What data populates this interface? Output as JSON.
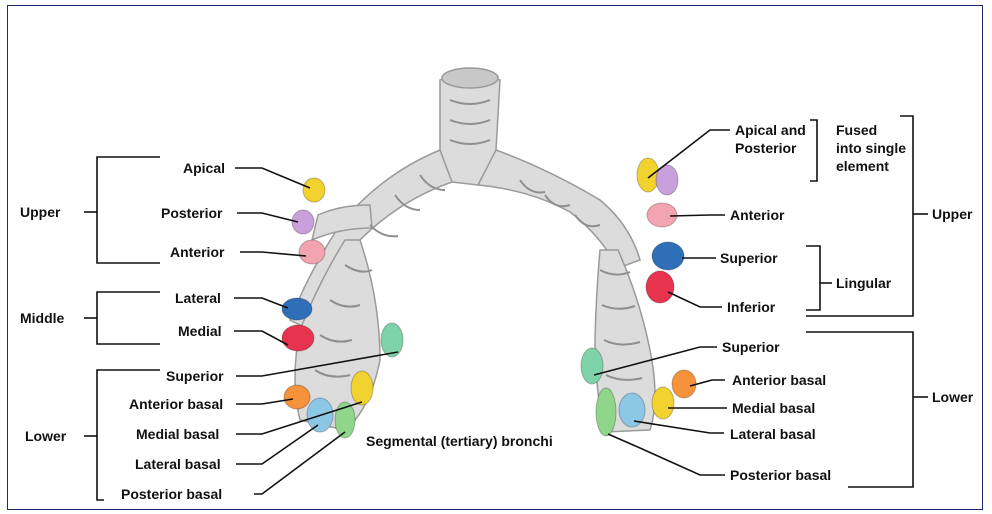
{
  "labels": {
    "right_lung": {
      "upper": {
        "group": "Upper",
        "apical": "Apical",
        "posterior": "Posterior",
        "anterior": "Anterior"
      },
      "middle": {
        "group": "Middle",
        "lateral": "Lateral",
        "medial": "Medial"
      },
      "lower": {
        "group": "Lower",
        "superior": "Superior",
        "anterior_basal": "Anterior basal",
        "medial_basal": "Medial basal",
        "lateral_basal": "Lateral basal",
        "posterior_basal": "Posterior basal"
      }
    },
    "center": "Segmental (tertiary) bronchi",
    "left_lung": {
      "upper": {
        "group": "Upper",
        "apical_posterior": "Apical and Posterior",
        "fused_note": "Fused into single element",
        "anterior": "Anterior",
        "lingular": {
          "group": "Lingular",
          "superior": "Superior",
          "inferior": "Inferior"
        }
      },
      "lower": {
        "group": "Lower",
        "superior": "Superior",
        "anterior_basal": "Anterior basal",
        "medial_basal": "Medial basal",
        "lateral_basal": "Lateral basal",
        "posterior_basal": "Posterior basal"
      }
    }
  },
  "colors": {
    "frame": "#1f2a6b",
    "bronchus_fill": "#dcdcdc",
    "bronchus_stroke": "#9a9a9a",
    "apical": "#f2d22e",
    "posterior": "#c9a0dc",
    "anterior": "#f2a4b0",
    "lateral": "#2f6fb8",
    "medial": "#e8334f",
    "superior_lower": "#7fd3a8",
    "anterior_basal": "#f5923a",
    "medial_basal": "#f2d22e",
    "lateral_basal": "#8cc7e6",
    "posterior_basal": "#8fd68a"
  }
}
